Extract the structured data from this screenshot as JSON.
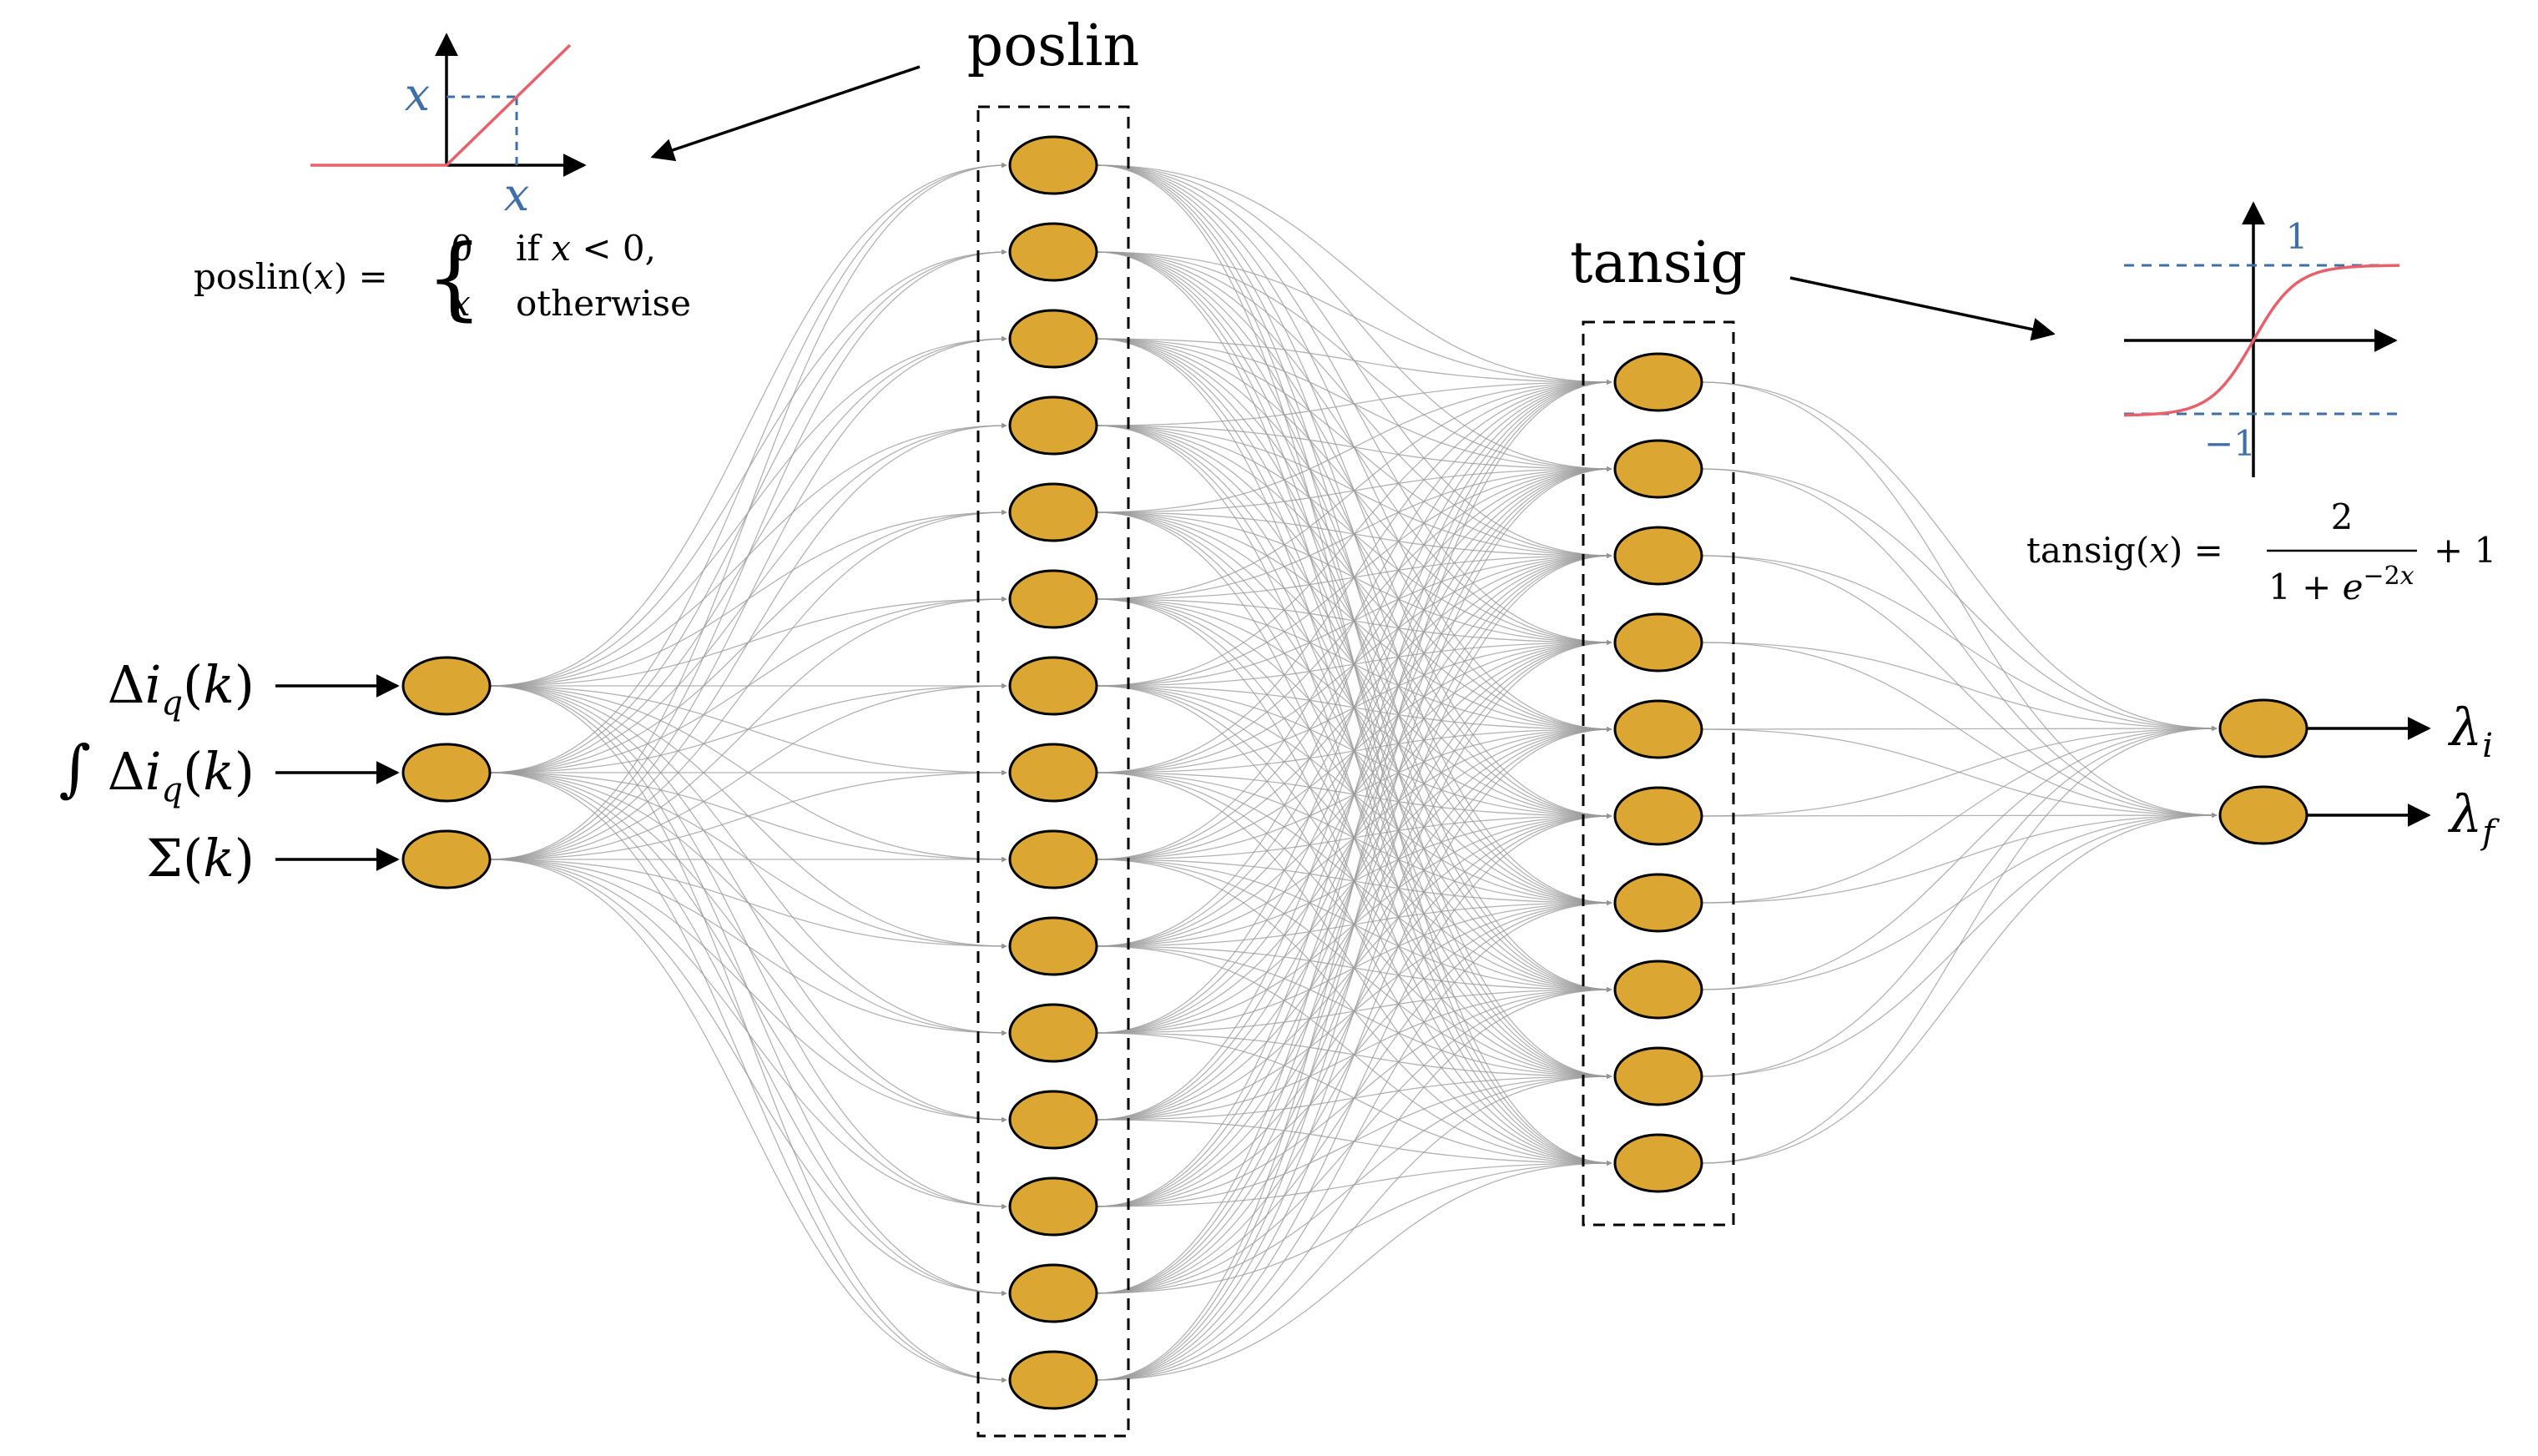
{
  "diagram": {
    "layers": {
      "input_count": 3,
      "hidden1_count": 15,
      "hidden2_count": 10,
      "output_count": 2
    },
    "labels": {
      "hidden1_activation": "poslin",
      "hidden2_activation": "tansig",
      "inputs": [
        "Δi_q(k)",
        "∫ Δi_q(k)",
        "Σ(k)"
      ],
      "outputs": [
        "λ_i",
        "λ_f"
      ]
    },
    "poslin_inset": {
      "axis_label_y": "x",
      "axis_label_x": "x",
      "formula_lhs": "poslin(x) =",
      "case1_value": "0",
      "case1_condition": "if x < 0,",
      "case2_value": "x",
      "case2_condition": "otherwise"
    },
    "tansig_inset": {
      "tick_pos": "1",
      "tick_neg": "−1",
      "formula_lhs": "tansig(x) =",
      "numerator": "2",
      "denominator_base": "1 + e",
      "denominator_exp": "−2x",
      "formula_tail": "+ 1"
    },
    "colors": {
      "neuron_fill": "#DBA632",
      "neuron_stroke": "#000000",
      "connection": "#9a9a9a",
      "activation_curve": "#E8606A",
      "annotation_blue": "#3E6FA8"
    }
  }
}
